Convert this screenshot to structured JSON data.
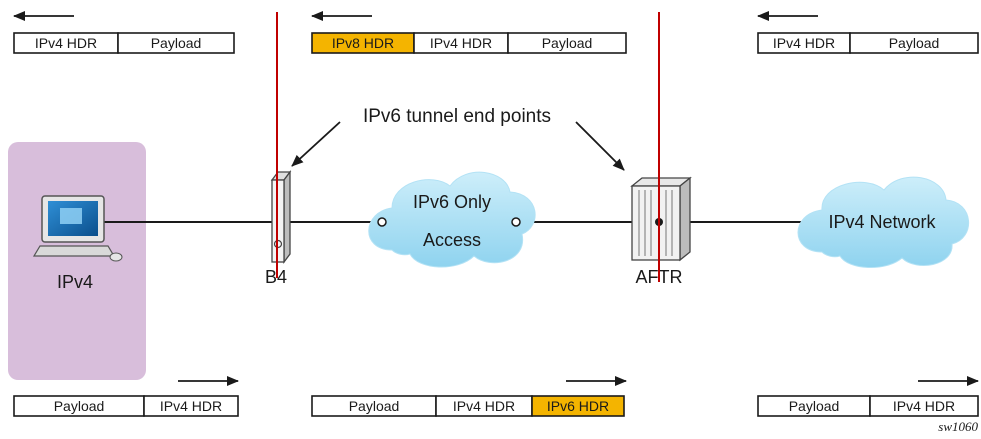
{
  "colors": {
    "highlight": "#f4b400",
    "red_line": "#c00000",
    "host_panel": "#d8bedb",
    "cloud": "#aee0f4",
    "line": "#1a1a1a"
  },
  "packets": {
    "top_left": [
      {
        "label": "IPv4 HDR"
      },
      {
        "label": "Payload"
      }
    ],
    "top_middle": [
      {
        "label": "IPv8 HDR",
        "highlight": true
      },
      {
        "label": "IPv4 HDR"
      },
      {
        "label": "Payload"
      }
    ],
    "top_right": [
      {
        "label": "IPv4 HDR"
      },
      {
        "label": "Payload"
      }
    ],
    "bottom_left": [
      {
        "label": "Payload"
      },
      {
        "label": "IPv4 HDR"
      }
    ],
    "bottom_middle": [
      {
        "label": "Payload"
      },
      {
        "label": "IPv4 HDR"
      },
      {
        "label": "IPv6 HDR",
        "highlight": true
      }
    ],
    "bottom_right": [
      {
        "label": "Payload"
      },
      {
        "label": "IPv4 HDR"
      }
    ]
  },
  "callout": "IPv6 tunnel end points",
  "nodes": {
    "host": "IPv4",
    "b4": "B4",
    "ipv6_cloud_line1": "IPv6 Only",
    "ipv6_cloud_line2": "Access",
    "aftr": "AFTR",
    "ipv4_cloud": "IPv4 Network"
  },
  "figure_id": "sw1060"
}
